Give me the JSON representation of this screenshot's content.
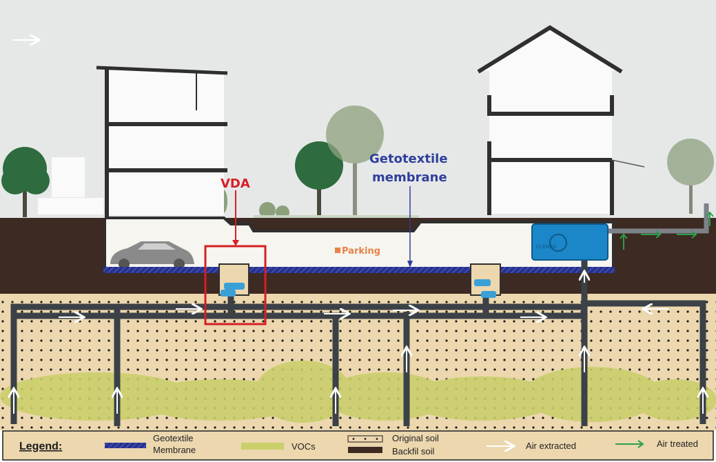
{
  "labels": {
    "vda": "VDA",
    "geotextile_line1": "Getotextile",
    "geotextile_line2": "membrane",
    "parking": "Parking",
    "unit_brand": "CLEMEN"
  },
  "legend": {
    "title": "Legend:",
    "geotextile_line1": "Geotextile",
    "geotextile_line2": "Membrane",
    "vocs": "VOCs",
    "original_soil": "Original soil",
    "backfill_soil": "Backfil soil",
    "air_extracted": "Air extracted",
    "air_treated": "Air treated"
  },
  "colors": {
    "sky": "#e6e8e8",
    "backfill": "#3d2a22",
    "original_soil": "#ecd7ae",
    "voc": "#c9cf6a",
    "pipe": "#3b4147",
    "membrane": "#27328f",
    "vda_box": "#d61f26",
    "geotextile_label": "#2f3f9a",
    "parking_label": "#e7824a",
    "treated_arrow": "#2aa14a",
    "unit": "#1b86c8"
  }
}
